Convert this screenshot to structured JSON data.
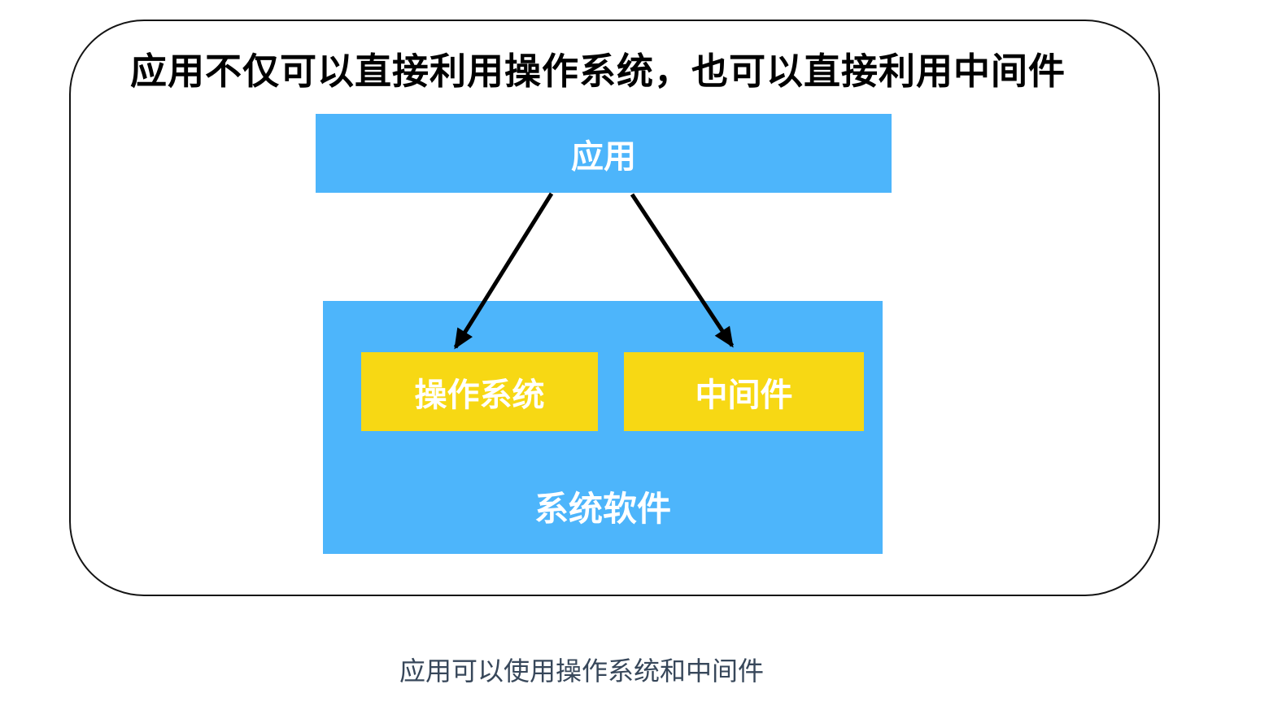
{
  "diagram": {
    "title": "应用不仅可以直接利用操作系统，也可以直接利用中间件",
    "app_box": {
      "label": "应用"
    },
    "system_box": {
      "label": "系统软件"
    },
    "os_box": {
      "label": "操作系统"
    },
    "middleware_box": {
      "label": "中间件"
    },
    "caption": "应用可以使用操作系统和中间件",
    "arrows": [
      {
        "name": "app-to-os",
        "from": "应用",
        "to": "操作系统"
      },
      {
        "name": "app-to-middleware",
        "from": "应用",
        "to": "中间件"
      }
    ],
    "colors": {
      "box_blue": "#4DB5FB",
      "box_yellow": "#F7D814",
      "arrow": "#000000",
      "caption_text": "#37475A",
      "title_text": "#000000"
    }
  }
}
